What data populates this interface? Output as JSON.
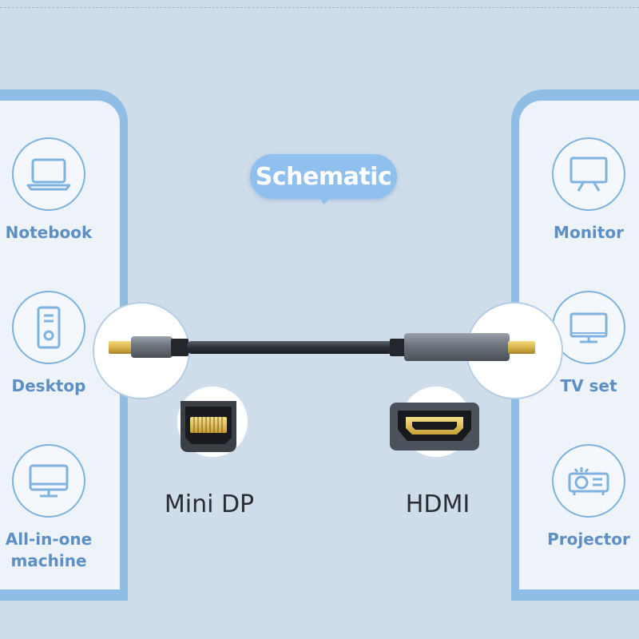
{
  "title": "Schematic",
  "left_devices": [
    {
      "label": "Notebook",
      "icon": "notebook-icon"
    },
    {
      "label": "Desktop",
      "icon": "desktop-icon"
    },
    {
      "label": "All-in-one machine",
      "line1": "All-in-one",
      "line2": "machine",
      "icon": "all-in-one-icon"
    }
  ],
  "right_devices": [
    {
      "label": "Monitor",
      "icon": "monitor-icon"
    },
    {
      "label": "TV set",
      "icon": "tv-icon"
    },
    {
      "label": "Projector",
      "icon": "projector-icon"
    }
  ],
  "ports": {
    "left": {
      "label": "Mini DP",
      "icon": "mini-dp-port-icon"
    },
    "right": {
      "label": "HDMI",
      "icon": "hdmi-port-icon"
    }
  },
  "colors": {
    "background": "#cfdcea",
    "accent": "#8fc0ee",
    "label_text": "#5d8fc2",
    "gold": "#d9b64a",
    "cable": "#2b2f36"
  }
}
